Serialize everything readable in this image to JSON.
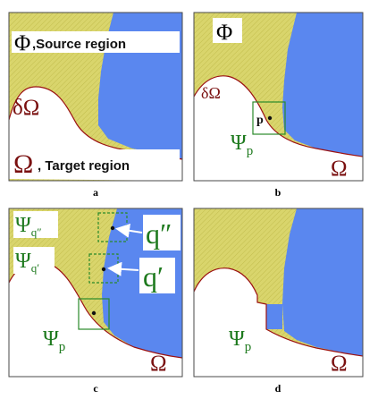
{
  "colors": {
    "source_yellow": "#d7d46a",
    "target_blue": "#5a87ef",
    "boundary_red": "#9b1111",
    "patch_green": "#2a8a2a",
    "label_green": "#1e7a1e",
    "label_maroon": "#7a1010"
  },
  "panels": {
    "a": {
      "caption": "a",
      "phi_symbol": "Φ",
      "source_text": ",Source region",
      "delta_omega": "δΩ",
      "omega_symbol": "Ω",
      "target_text": ", Target region"
    },
    "b": {
      "caption": "b",
      "phi_symbol": "Φ",
      "delta_omega": "δΩ",
      "p_label": "p",
      "psi": "Ψ",
      "psi_sub": "p",
      "omega_symbol": "Ω"
    },
    "c": {
      "caption": "c",
      "psi": "Ψ",
      "psi_qpp_sub": "q″",
      "psi_qp_sub": "q′",
      "qpp_label": "q″",
      "qp_label": "q′",
      "psi_p_sub": "p",
      "omega_symbol": "Ω"
    },
    "d": {
      "caption": "d",
      "psi": "Ψ",
      "psi_sub": "p",
      "omega_symbol": "Ω"
    }
  }
}
